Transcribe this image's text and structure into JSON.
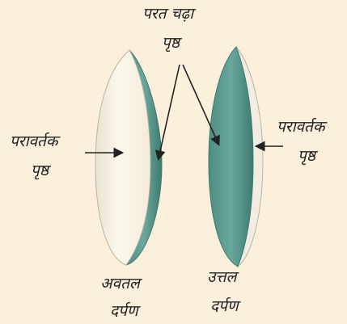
{
  "labels": {
    "coated_surface": [
      "परत चढ़ा",
      "पृष्ठ"
    ],
    "reflecting_surface_left": [
      "परावर्तक",
      "पृष्ठ"
    ],
    "reflecting_surface_right": [
      "परावर्तक",
      "पृष्ठ"
    ],
    "concave_mirror": [
      "अवतल",
      "दर्पण"
    ],
    "convex_mirror": [
      "उत्तल",
      "दर्पण"
    ]
  },
  "colors": {
    "background": "#fcf0dc",
    "silver_coating": "#5e9e94",
    "silver_coating_dark": "#3f7a70",
    "mirror_glass": "#fbf6ea",
    "outline": "#222222"
  }
}
